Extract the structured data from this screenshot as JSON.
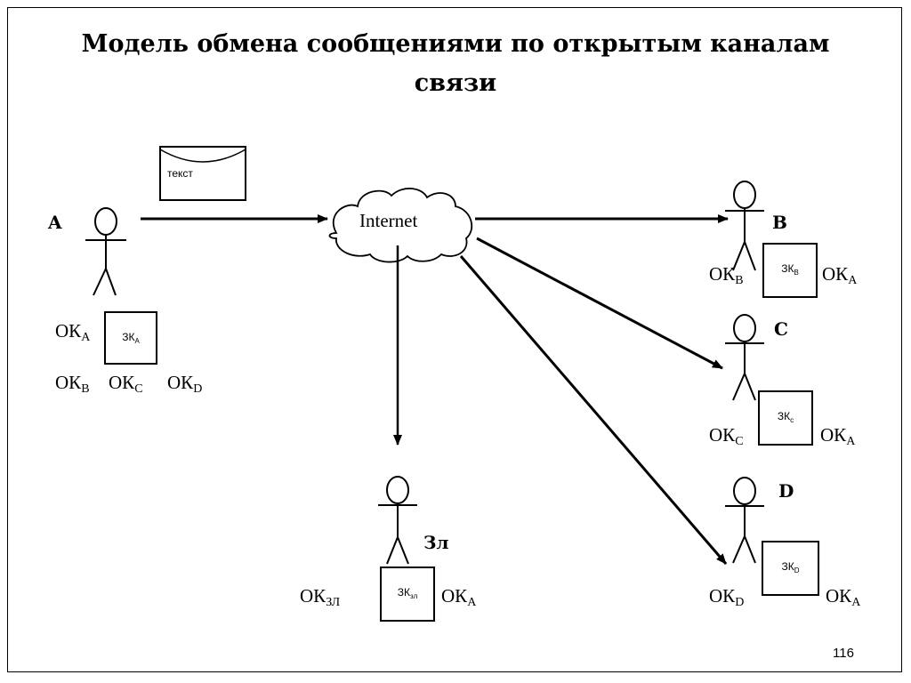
{
  "title_line1": "Модель обмена сообщениями по открытым каналам",
  "title_line2": "связи",
  "message_text": "текст",
  "network_label": "Internet",
  "page_number": "116",
  "parties": {
    "A": {
      "name": "A",
      "key": "ЗК",
      "key_sub": "A",
      "ok1": "ОК",
      "ok1_sub": "A",
      "ok2": "ОК",
      "ok2_sub": "B",
      "ok3": "ОК",
      "ok3_sub": "C",
      "ok4": "ОК",
      "ok4_sub": "D"
    },
    "B": {
      "name": "B",
      "key": "ЗК",
      "key_sub": "B",
      "ok_own": "ОК",
      "ok_own_sub": "B",
      "ok_a": "ОК",
      "ok_a_sub": "A"
    },
    "C": {
      "name": "C",
      "key": "ЗК",
      "key_sub": "c",
      "ok_own": "ОК",
      "ok_own_sub": "C",
      "ok_a": "ОК",
      "ok_a_sub": "A"
    },
    "D": {
      "name": "D",
      "key": "ЗК",
      "key_sub": "D",
      "ok_own": "ОК",
      "ok_own_sub": "D",
      "ok_a": "ОК",
      "ok_a_sub": "A"
    },
    "ZL": {
      "name": "Зл",
      "key": "ЗК",
      "key_sub": "зл",
      "ok_own": "ОК",
      "ok_own_sub": "ЗЛ",
      "ok_a": "ОК",
      "ok_a_sub": "A"
    }
  }
}
